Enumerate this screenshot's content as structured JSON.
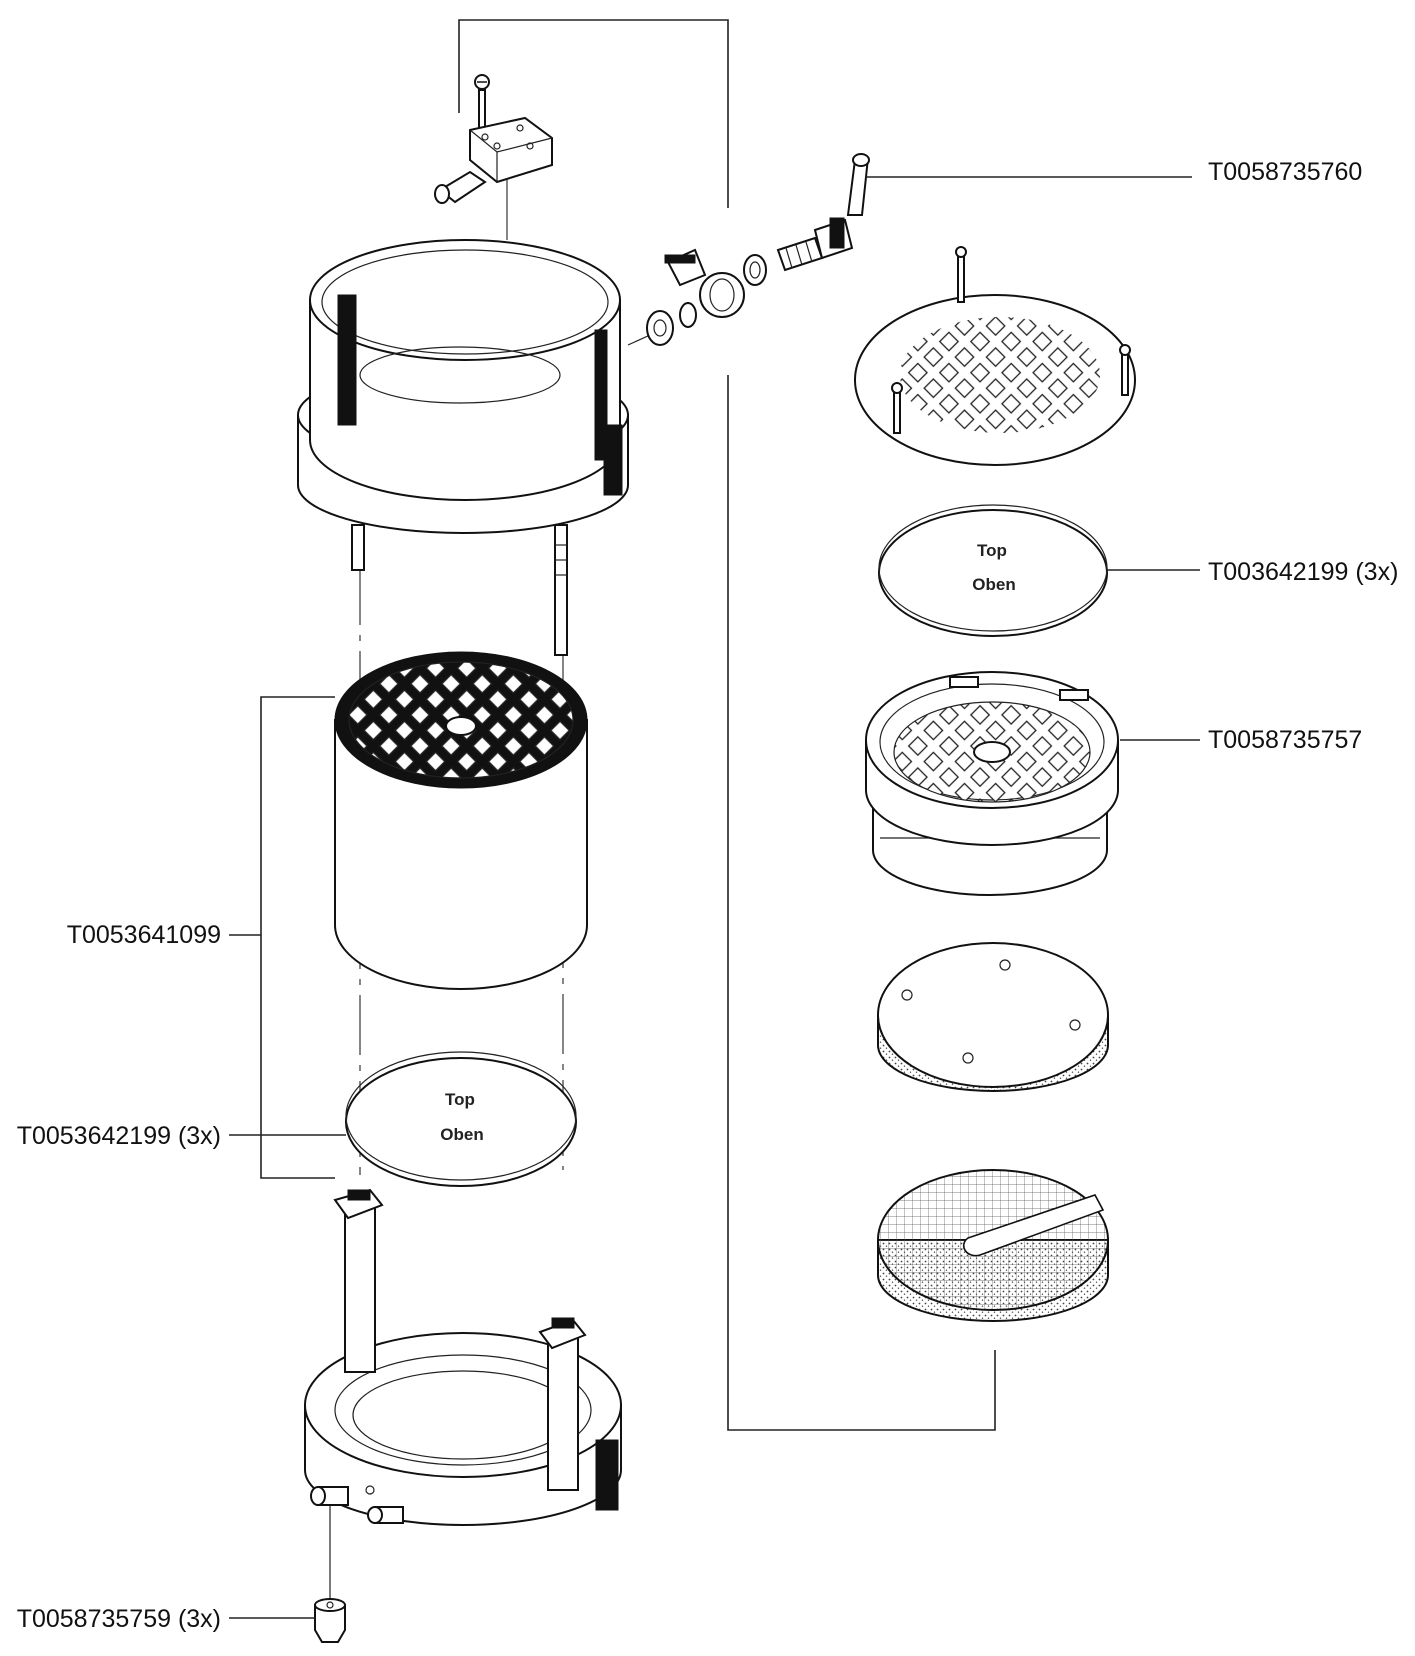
{
  "labels": {
    "valve": "T0058735760",
    "paper_top_right": "T003642199 (3x)",
    "sieve_insert": "T0058735757",
    "cylinder": "T0053641099",
    "paper_left": "T0053642199 (3x)",
    "foot": "T0058735759 (3x)"
  },
  "paper_marks": {
    "top": "Top",
    "bottom": "Oben"
  }
}
